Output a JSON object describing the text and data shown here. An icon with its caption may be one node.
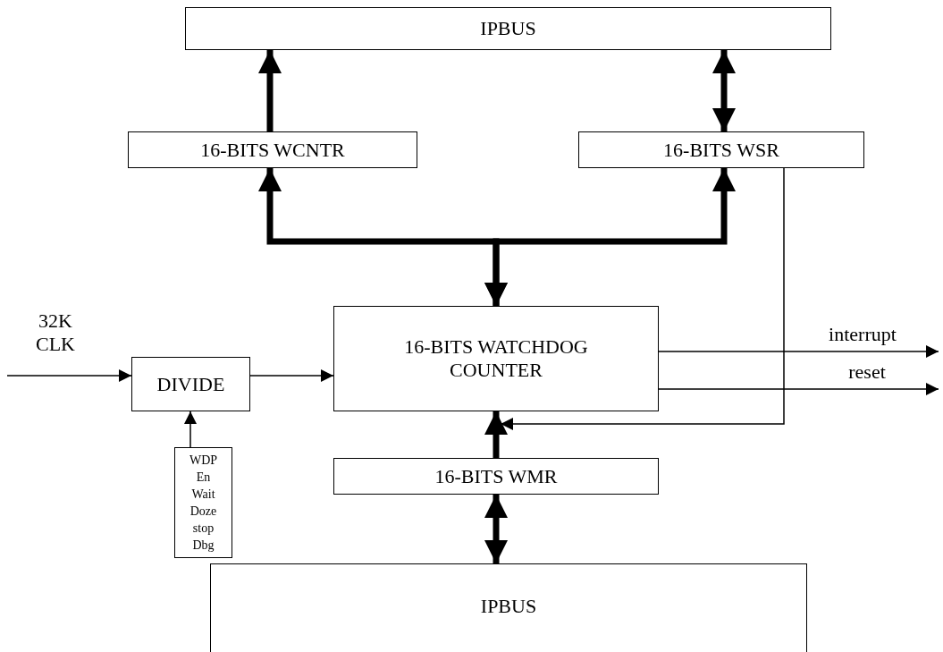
{
  "diagram": {
    "nodes": [
      {
        "text": [
          "IPBUS"
        ]
      },
      {
        "text": [
          "16-BITS WCNTR"
        ]
      },
      {
        "text": [
          "16-BITS WSR"
        ]
      },
      {
        "text": [
          "DIVIDE"
        ]
      },
      {
        "text": [
          "16-BITS WATCHDOG COUNTER"
        ]
      },
      {
        "text": [
          "WDP",
          "En",
          "Wait",
          "Doze",
          "stop",
          "Dbg"
        ]
      },
      {
        "text": [
          "16-BITS WMR"
        ]
      },
      {
        "text": [
          "IPBUS"
        ]
      }
    ],
    "edges": [
      {
        "from": 1,
        "to": 0,
        "arrow": "to",
        "style": "thick"
      },
      {
        "from": 2,
        "to": 0,
        "arrow": "both",
        "style": "thick"
      },
      {
        "from": 4,
        "to": 1,
        "arrow": "both",
        "style": "thick"
      },
      {
        "from": 4,
        "to": 2,
        "arrow": "both",
        "style": "thick"
      },
      {
        "from": 2,
        "to": 4,
        "arrow": "to"
      },
      {
        "from": 6,
        "to": 4,
        "arrow": "to",
        "style": "thick"
      },
      {
        "from": 6,
        "to": 7,
        "arrow": "both",
        "style": "thick"
      },
      {
        "from": 5,
        "to": 3,
        "arrow": "to"
      },
      {
        "from": 3,
        "to": 4,
        "arrow": "to"
      },
      {
        "from": null,
        "to": 3,
        "arrow": "to",
        "label": "32K CLK"
      },
      {
        "from": 4,
        "to": null,
        "arrow": "to",
        "label": "interrupt"
      },
      {
        "from": 4,
        "to": null,
        "arrow": "to",
        "label": "reset"
      }
    ]
  }
}
